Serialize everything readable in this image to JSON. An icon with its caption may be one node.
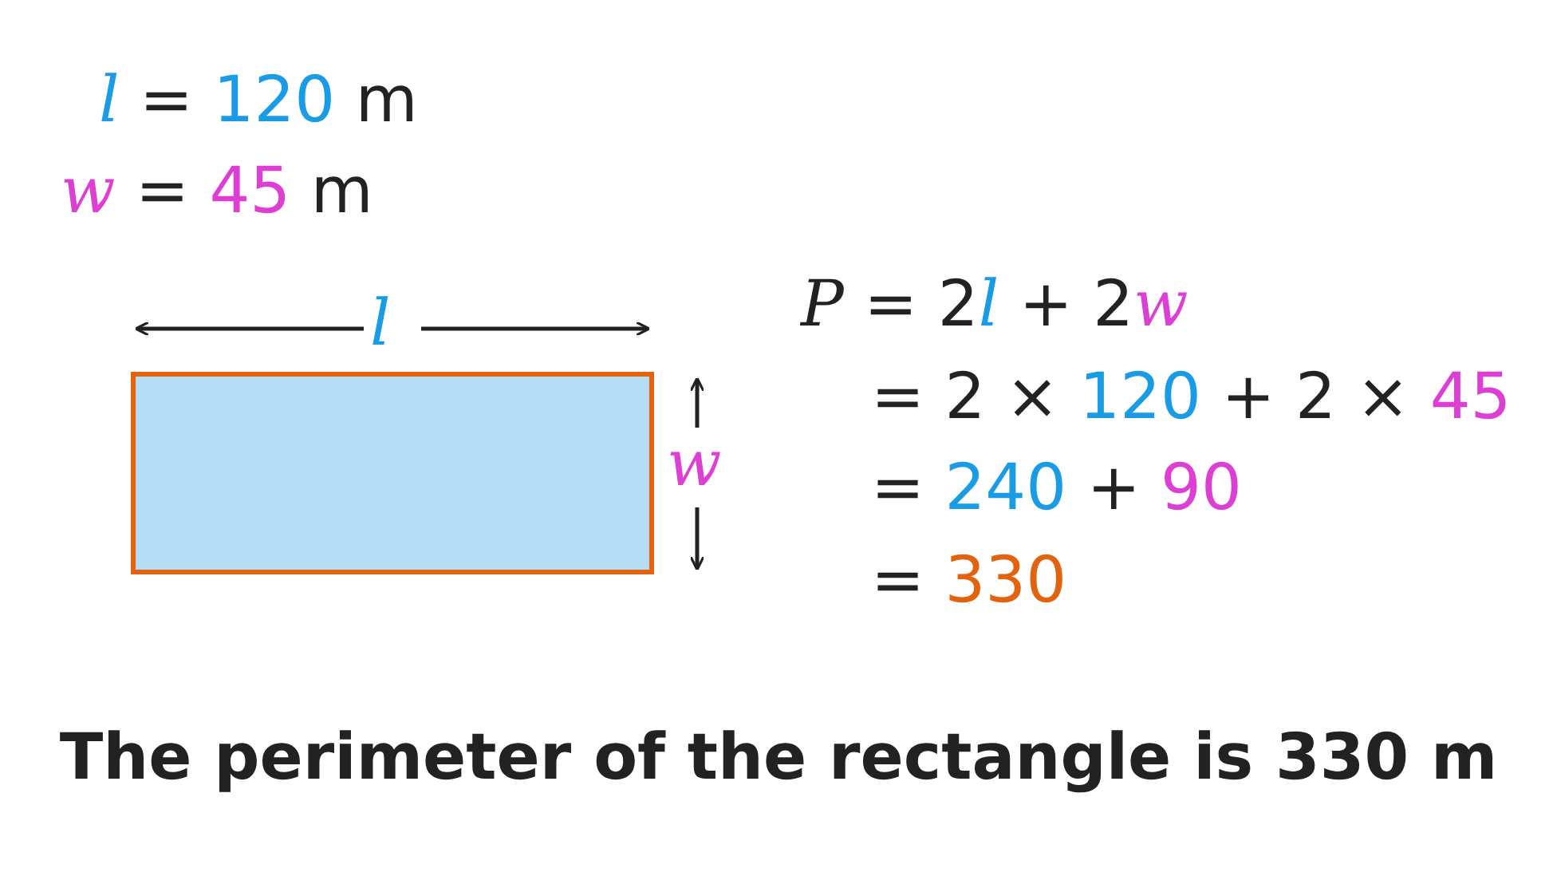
{
  "diagram": {
    "caption": "The perimeter of the rectangle is 330 m",
    "nodes": [
      {
        "text": [],
        "shape": "box"
      }
    ],
    "labels": [
      "l = 120 m",
      "w = 45 m",
      "l",
      "w",
      "P = 2l + 2w",
      "= 2 × 120 + 2 × 45",
      "= 240 + 90",
      "= 330"
    ]
  }
}
